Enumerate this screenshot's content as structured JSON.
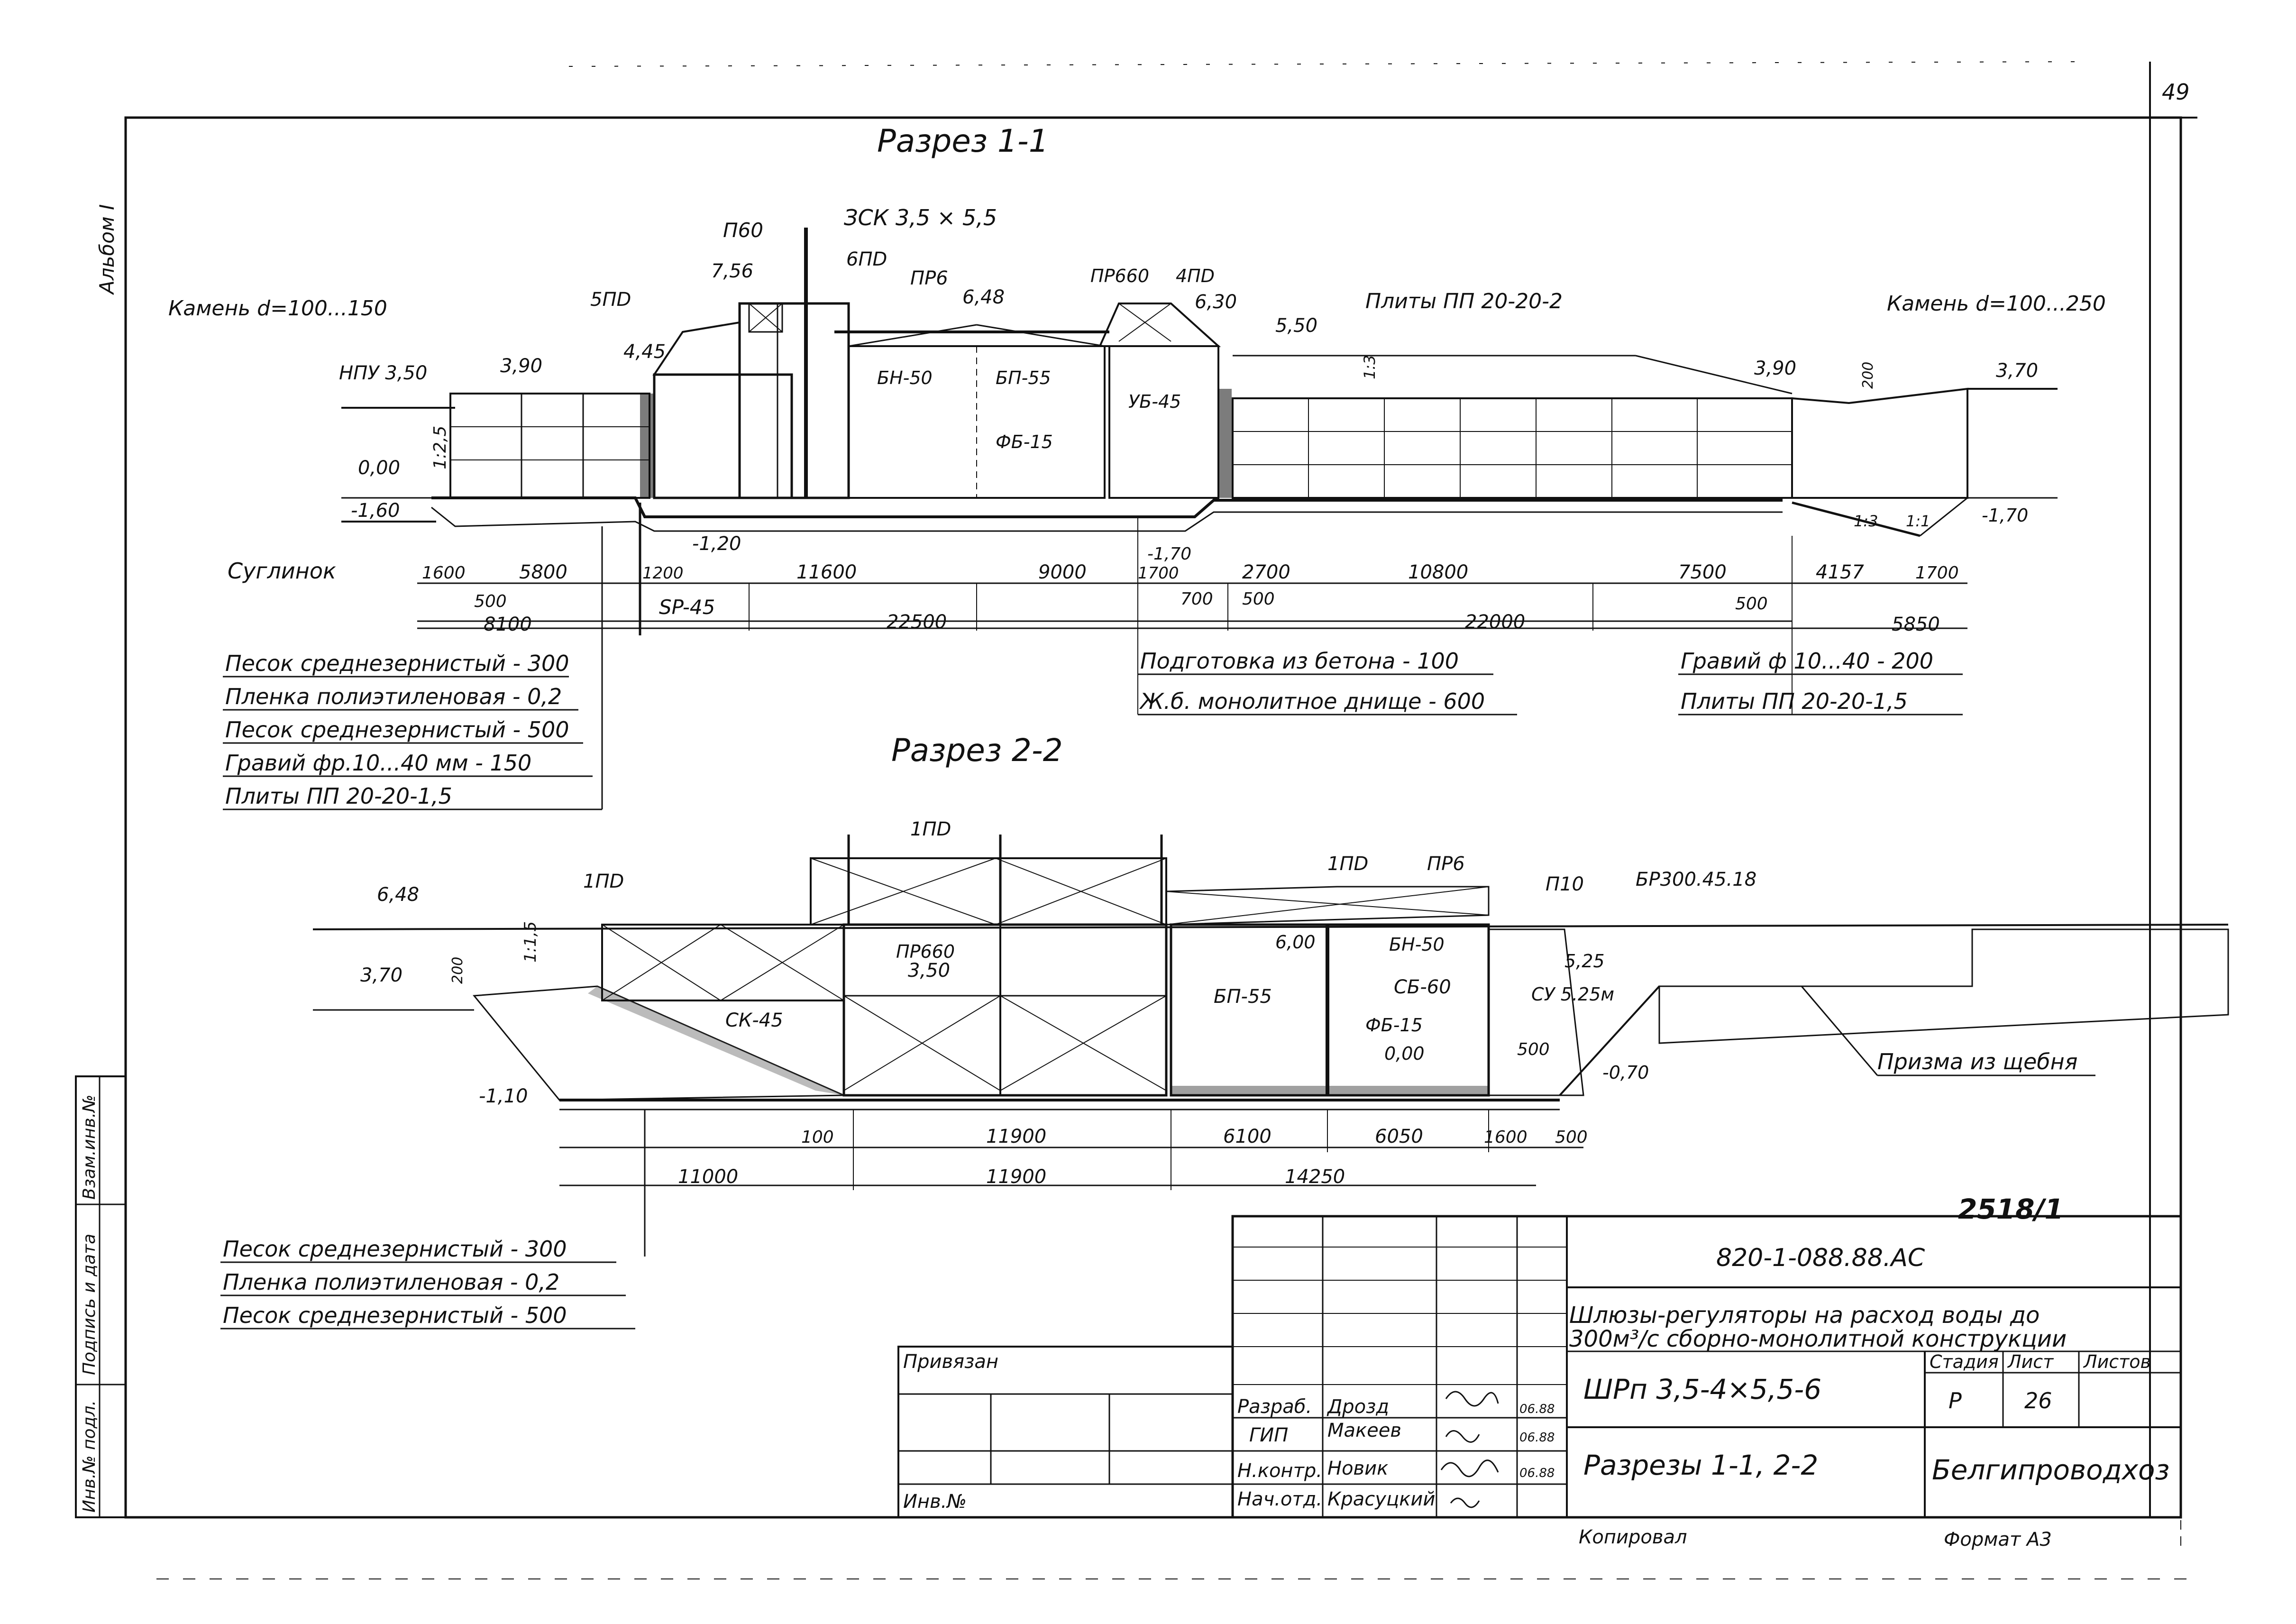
{
  "sheet_number": "49",
  "album_label": "Альбом I",
  "section_1": {
    "title": "Разрез 1-1",
    "labels": {
      "zsk": "ЗСК 3,5 × 5,5",
      "p60": "П60",
      "p6d": "6ПD",
      "pr6": "ПР6",
      "pr660": "ПР660",
      "p4d": "4ПD",
      "p5d": "5ПD",
      "plity_pp": "Плиты ПП 20-20-2",
      "kamen_left": "Камень d=100...150",
      "kamen_right": "Камень d=100...250",
      "npu": "НПУ 3,50",
      "bn50": "БН-50",
      "bp55": "БП-55",
      "ub45": "УБ-45",
      "fb15": "ФБ-15",
      "suglinok": "Суглинок",
      "sp45": "SP-45",
      "slope_125": "1:2,5",
      "slope_13": "1:3",
      "slope_13b": "1:3",
      "slope_11": "1:1",
      "dim_200": "200"
    },
    "elevations": [
      "7,56",
      "6,48",
      "6,30",
      "5,50",
      "4,45",
      "3,90",
      "0,00",
      "-1,60",
      "-1,20",
      "-1,70",
      "3,90",
      "3,70",
      "-1,70"
    ],
    "dims_top": [
      "1600",
      "5800",
      "1200",
      "11600",
      "9000",
      "1700",
      "2700",
      "10800",
      "7500",
      "4157",
      "1700"
    ],
    "dims_mid": [
      "500",
      "700",
      "500",
      "500"
    ],
    "dims_bottom": [
      "8100",
      "22500",
      "22000",
      "5850"
    ],
    "notes_right": [
      "Подготовка из бетона - 100",
      "Ж.б. монолитное днище - 600",
      "Гравий ф 10...40 - 200",
      "Плиты ПП 20-20-1,5"
    ],
    "notes_left": [
      "Песок среднезернистый - 300",
      "Пленка полиэтиленовая - 0,2",
      "Песок среднезернистый - 500",
      "Гравий фр.10...40 мм - 150",
      "Плиты ПП 20-20-1,5"
    ]
  },
  "section_2": {
    "title": "Разрез 2-2",
    "labels": {
      "p1d_top": "1ПD",
      "p1d_left": "1ПD",
      "p1d_right": "1ПD",
      "pr6": "ПР6",
      "p10": "П10",
      "br": "БР300.45.18",
      "pr660": "ПР660",
      "bn50": "БН-50",
      "bp55": "БП-55",
      "sb60": "СБ-60",
      "fb15": "ФБ-15",
      "su": "СУ 5.25м",
      "sk45": "СК-45",
      "prizma": "Призма из щебня",
      "slope_115": "1:1,5",
      "dim_200": "200"
    },
    "elevations": [
      "6,48",
      "3,70",
      "-1,10",
      "3,50",
      "6,00",
      "5,25",
      "0,00",
      "-0,70"
    ],
    "dims_top": [
      "100",
      "11900",
      "6100",
      "6050",
      "1600",
      "500"
    ],
    "dim_500": "500",
    "dims_bottom": [
      "11000",
      "11900",
      "14250"
    ],
    "notes_left": [
      "Песок среднезернистый - 300",
      "Пленка полиэтиленовая - 0,2",
      "Песок среднезернистый - 500"
    ]
  },
  "stamp": {
    "code": "820-1-088.88.АС",
    "copy_number": "2518/1",
    "title_line1": "Шлюзы-регуляторы на расход воды до",
    "title_line2": "300м³/с сборно-монолитной конструкции",
    "mark": "ШРп 3,5-4×5,5-6",
    "sheet_title": "Разрезы 1-1, 2-2",
    "org": "Белгипроводхоз",
    "stage_hdr": "Стадия",
    "sheet_hdr": "Лист",
    "sheets_hdr": "Листов",
    "stage": "Р",
    "sheet": "26",
    "privyazan": "Привязан",
    "inv": "Инв.№",
    "rows": [
      {
        "role": "Разраб.",
        "name": "Дрозд",
        "date": "06.88"
      },
      {
        "role": "ГИП",
        "name": "Макеев",
        "date": "06.88"
      },
      {
        "role": "Н.контр.",
        "name": "Новик",
        "date": "06.88"
      },
      {
        "role": "Нач.отд.",
        "name": "Красуцкий",
        "date": ""
      }
    ],
    "kopiroval": "Копировал",
    "format": "Формат А3"
  },
  "side_strip": [
    "Взам.инв.№",
    "Подпись и дата",
    "Инв.№ подл."
  ]
}
